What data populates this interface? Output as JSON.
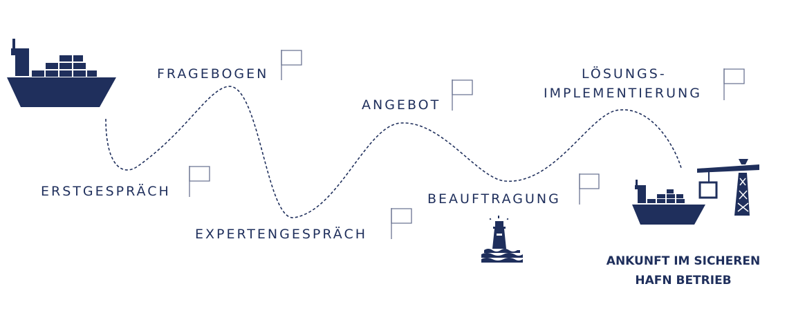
{
  "colors": {
    "primary": "#1f2f5c",
    "flag_stroke": "#6b7492",
    "path": "#1f2f5c"
  },
  "icons": {
    "start": "cargo-ship-icon",
    "lighthouse": "lighthouse-icon",
    "end": "ship-with-crane-icon",
    "milestone": "flag-icon"
  },
  "steps": {
    "erstgespraech": "ERSTGESPRÄCH",
    "fragebogen": "FRAGEBOGEN",
    "expertengespraech": "EXPERTENGESPRÄCH",
    "angebot": "ANGEBOT",
    "beauftragung": "BEAUFTRAGUNG",
    "loesungs_line1": "LÖSUNGS-",
    "loesungs_line2": "IMPLEMENTIERUNG"
  },
  "destination": {
    "line1": "ANKUNFT IM SICHEREN",
    "line2": "HAFN BETRIEB"
  }
}
